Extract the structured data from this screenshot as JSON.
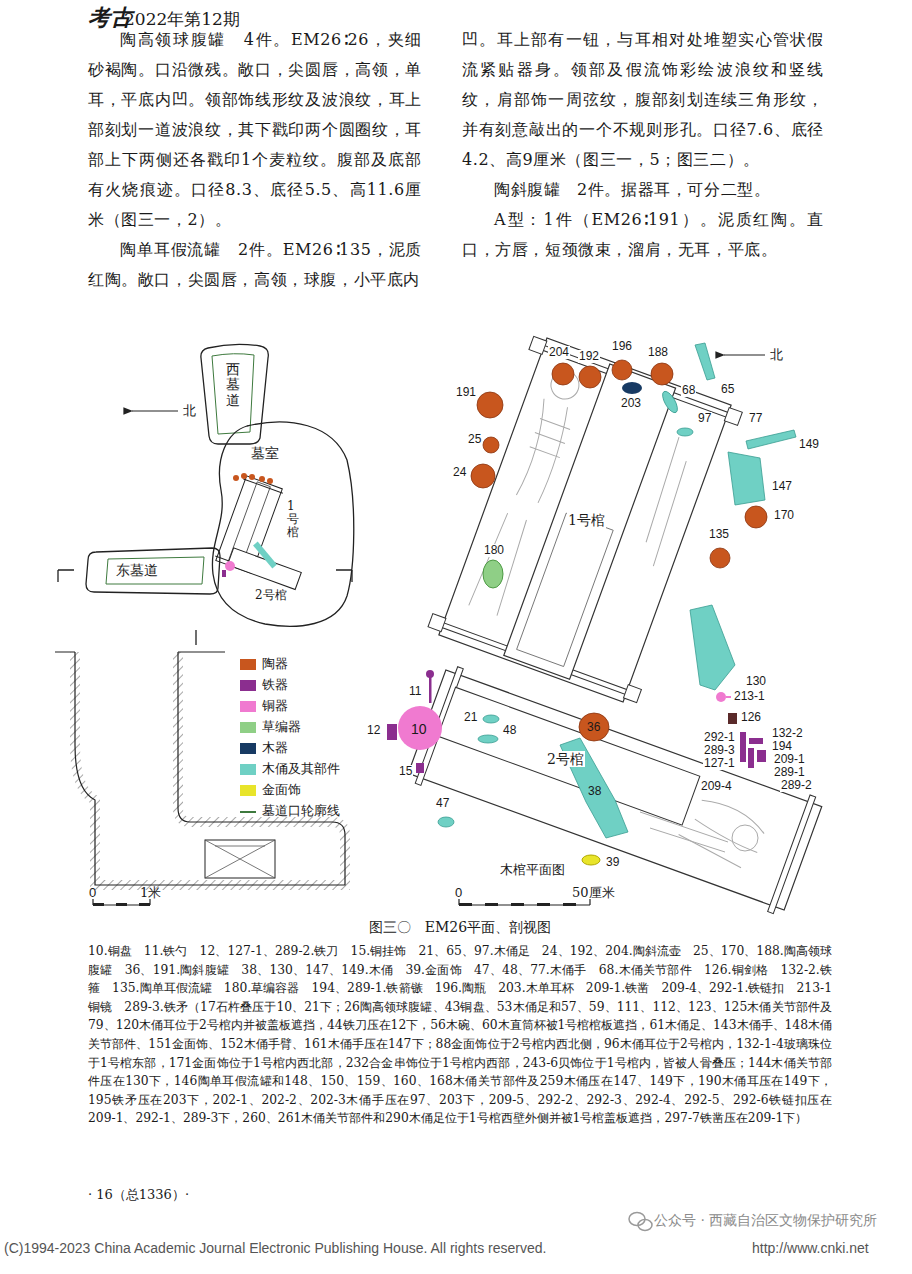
{
  "diagram": {
    "caption": "图三〇　EM26平面、剖视图",
    "nodes": [
      {
        "text": [
          "西墓道"
        ]
      },
      {
        "text": [
          "墓室"
        ]
      },
      {
        "text": [
          "东墓道"
        ]
      }
    ],
    "labels": [
      "考古",
      "2022年第12期",
      "陶高领球腹罐　4件。EM26∶26，夹细砂褐陶。口沿微残。敞口，尖圆唇，高领，单耳，平底内凹。领部饰线形纹及波浪纹，耳上部刻划一道波浪纹，其下戳印两个圆圈纹，耳部上下两侧还各戳印1个麦粒纹。腹部及底部有火烧痕迹。口径8.3、底径5.5、高11.6厘米（图三一，2）。",
      "陶单耳假流罐　2件。EM26∶135，泥质红陶。敞口，尖圆唇，高领，球腹，小平底内",
      "凹。耳上部有一钮，与耳相对处堆塑实心管状假流紧贴器身。领部及假流饰彩绘波浪纹和竖线纹，肩部饰一周弦纹，腹部刻划连续三角形纹，并有刻意敲出的一个不规则形孔。口径7.6、底径4.2、高9厘米（图三一，5；图三二）。",
      "陶斜腹罐　2件。据器耳，可分二型。",
      "A型：1件（EM26∶191）。泥质红陶。直口，方唇，短颈微束，溜肩，无耳，平底。",
      "北",
      "1号棺",
      "2号棺",
      "0",
      "1米",
      "204",
      "192",
      "196",
      "188",
      "北",
      "191",
      "203",
      "68",
      "65",
      "97",
      "77",
      "149",
      "25",
      "24",
      "147",
      "170",
      "135",
      "1号棺",
      "180",
      "130",
      "11",
      "213-1",
      "21",
      "48",
      "36",
      "126",
      "12",
      "10",
      "132-2",
      "292-1",
      "194",
      "289-3",
      "209-1",
      "127-1",
      "289-1",
      "289-2",
      "2号棺",
      "15",
      "38",
      "209-4",
      "47",
      "39",
      "木棺平面图",
      "0",
      "50厘米",
      "10.铜盘　11.铁勺　12、127-1、289-2.铁刀　15.铜挂饰　21、65、97.木俑足　24、192、204.陶斜流壶　25、170、188.陶高领球腹罐　36、191.陶斜腹罐　38、130、147、149.木俑　39.金面饰　47、48、77.木俑手　68.木俑关节部件　126.铜剑格　132-2.铁箍　135.陶单耳假流罐　180.草编容器　194、289-1.铁箭镞　196.陶瓶　203.木单耳杯　209-1.铁凿　209-4、292-1.铁链扣　213-1铜镜　289-3.铁矛（17石杵叠压于10、21下；26陶高领球腹罐、43铜盘、53木俑足和57、59、111、112、123、125木俑关节部件及79、120木俑耳位于2号棺内并被盖板遮挡，44铁刀压在12下，56木碗、60木直筒杯被1号棺棺板遮挡，61木俑足、143木俑手、148木俑关节部件、151金面饰、152木俑手臂、161木俑手压在147下；88金面饰位于2号棺内西北侧，96木俑耳位于2号棺内，132-1-4玻璃珠位于1号棺东部，171金面饰位于1号棺内西北部，232合金串饰位于1号棺内西部，243-6贝饰位于1号棺内，皆被人骨叠压；144木俑关节部件压在130下，146陶单耳假流罐和148、150、159、160、168木俑关节部件及259木俑压在147、149下，190木俑耳压在149下，195铁矛压在203下，202-1、202-2、202-3木俑手压在97、203下，209-5、292-2、292-3、292-4、292-5、292-6铁链扣压在209-1、292-1、289-3下，260、261木俑关节部件和290木俑足位于1号棺西壁外侧并被1号棺盖板遮挡，297-7铁凿压在209-1下）",
      "· 16（总1336）·",
      "公众号 · 西藏自治区文物保护研究所",
      "(C)1994-2023 China Academic Journal Electronic Publishing House. All rights reserved.",
      "http://www.cnki.net"
    ],
    "legend": [
      {
        "text": "陶器",
        "color": "#c8561e"
      },
      {
        "text": "铁器",
        "color": "#8b2e8f"
      },
      {
        "text": "铜器",
        "color": "#f07ad0"
      },
      {
        "text": "草编器",
        "color": "#8fcf86"
      },
      {
        "text": "木器",
        "color": "#173a63"
      },
      {
        "text": "木俑及其部件",
        "color": "#6fd0c4"
      },
      {
        "text": "金面饰",
        "color": "#e8e42a"
      },
      {
        "text": "墓道口轮廓线"
      }
    ]
  }
}
